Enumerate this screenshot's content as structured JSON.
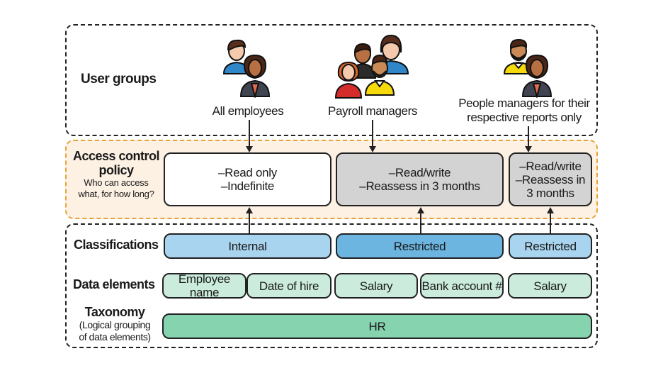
{
  "sections": {
    "user_groups": {
      "label": "User groups",
      "groups": [
        {
          "name": "All employees",
          "icon": "two-people-icon"
        },
        {
          "name": "Payroll managers",
          "icon": "four-people-icon"
        },
        {
          "name_line1": "People managers for their",
          "name_line2": "respective reports only",
          "icon": "two-people-icon"
        }
      ]
    },
    "access_control_policy": {
      "label_line1": "Access control",
      "label_line2": "policy",
      "sub_line1": "Who can access",
      "sub_line2": "what, for how long?",
      "policies": [
        {
          "line1": "–Read only",
          "line2": "–Indefinite"
        },
        {
          "line1": "–Read/write",
          "line2": "–Reassess in 3 months"
        },
        {
          "line1": "–Read/write",
          "line2": "–Reassess in",
          "line3": "3 months"
        }
      ]
    },
    "classifications": {
      "label": "Classifications",
      "items": [
        "Internal",
        "Restricted",
        "Restricted"
      ]
    },
    "data_elements": {
      "label": "Data elements",
      "items": [
        "Employee name",
        "Date of hire",
        "Salary",
        "Bank account #",
        "Salary"
      ]
    },
    "taxonomy": {
      "label": "Taxonomy",
      "sub_line1": "(Logical grouping",
      "sub_line2": "of data elements)",
      "value": "HR"
    }
  },
  "colors": {
    "policy_white": "#ffffff",
    "policy_gray": "#d3d3d3",
    "classification_internal": "#a9d4ef",
    "classification_restricted_strong": "#6bb5e0",
    "classification_restricted_light": "#a9d4ef",
    "data_element": "#cbecdc",
    "taxonomy": "#86d3b0",
    "policy_band": "#fdf1e4",
    "policy_border": "#e8a33a"
  }
}
